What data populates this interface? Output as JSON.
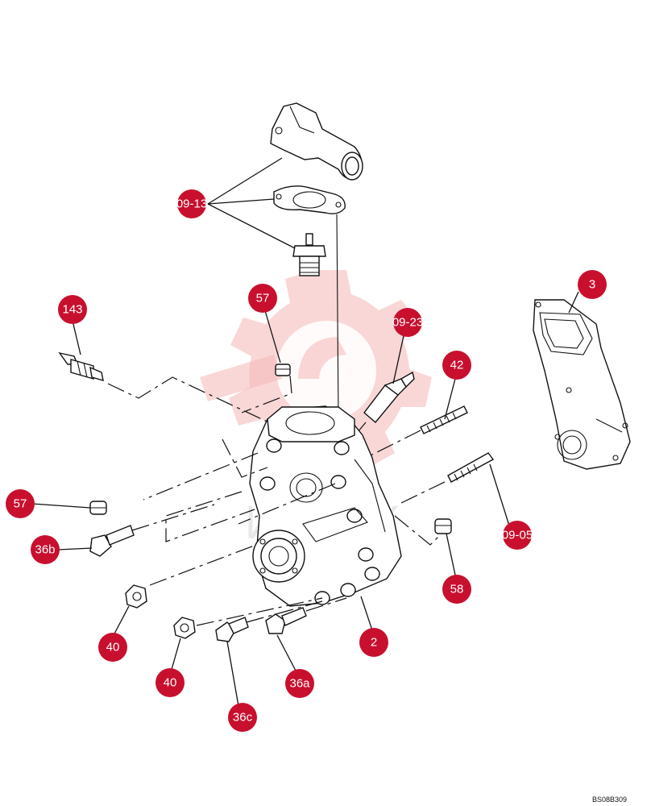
{
  "callouts": [
    {
      "id": "c-0913",
      "label": "09-13"
    },
    {
      "id": "c-3",
      "label": "3"
    },
    {
      "id": "c-143",
      "label": "143"
    },
    {
      "id": "c-57a",
      "label": "57"
    },
    {
      "id": "c-0923",
      "label": "09-23"
    },
    {
      "id": "c-42",
      "label": "42"
    },
    {
      "id": "c-57b",
      "label": "57"
    },
    {
      "id": "c-36b",
      "label": "36b"
    },
    {
      "id": "c-0905",
      "label": "09-05"
    },
    {
      "id": "c-58",
      "label": "58"
    },
    {
      "id": "c-40a",
      "label": "40"
    },
    {
      "id": "c-2",
      "label": "2"
    },
    {
      "id": "c-40b",
      "label": "40"
    },
    {
      "id": "c-36a",
      "label": "36a"
    },
    {
      "id": "c-36c",
      "label": "36c"
    }
  ],
  "reference_code": "BS08B309",
  "colors": {
    "callout_fill": "#c8102e",
    "line": "#111111",
    "watermark": "#f4b6b6"
  }
}
